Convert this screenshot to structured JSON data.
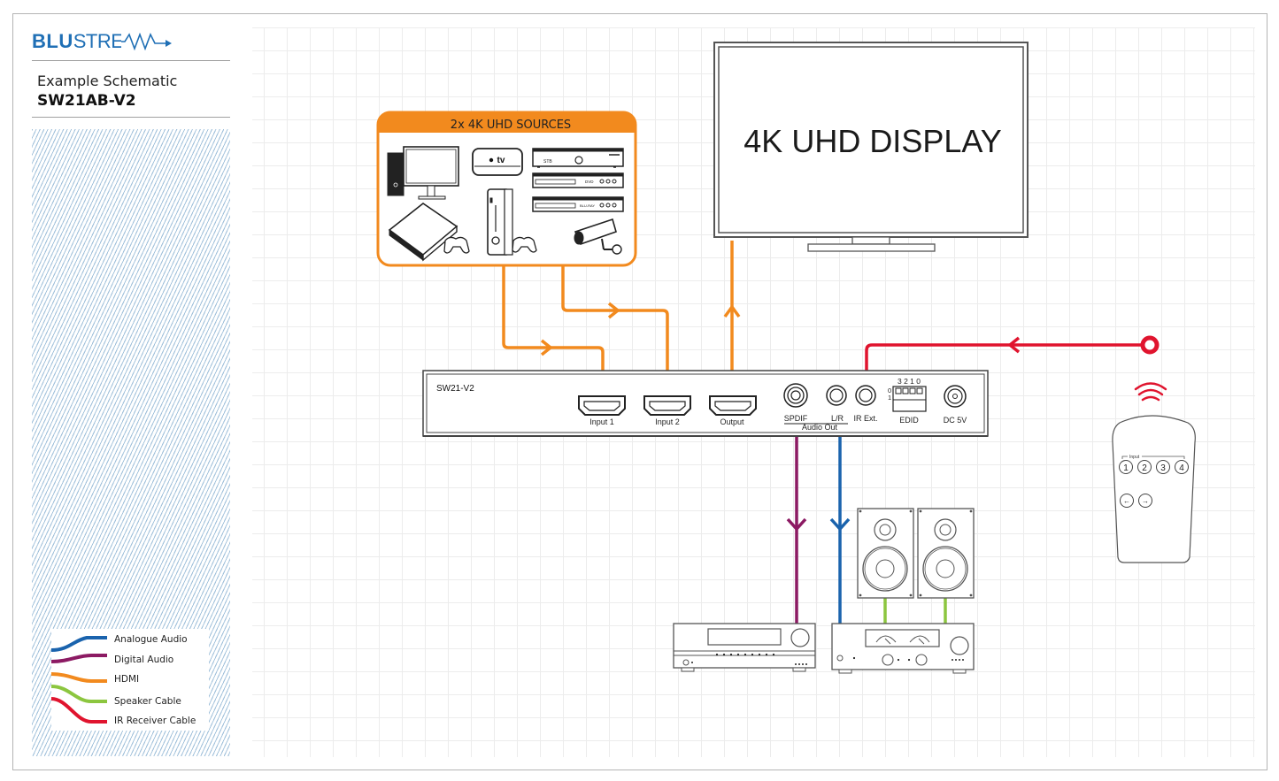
{
  "brand": {
    "logo_bold": "BLU",
    "logo_regular": "STREAM",
    "logo_color": "#1f6fb5"
  },
  "header": {
    "subtitle": "Example Schematic",
    "model": "SW21AB-V2"
  },
  "legend": {
    "items": [
      {
        "label": "Analogue Audio",
        "color": "#1a63ad"
      },
      {
        "label": "Digital Audio",
        "color": "#8c1a63"
      },
      {
        "label": "HDMI",
        "color": "#f28a1e"
      },
      {
        "label": "Speaker Cable",
        "color": "#8cc63f"
      },
      {
        "label": "IR Receiver Cable",
        "color": "#e0142e"
      }
    ]
  },
  "sources": {
    "title": "2x 4K UHD SOURCES",
    "color": "#f28a1e",
    "devices": [
      {
        "name": "PC with monitor",
        "icon": "pc-icon"
      },
      {
        "name": "Apple TV",
        "icon": "apple-tv-icon",
        "label": "tv"
      },
      {
        "name": "Set-top box",
        "icon": "stb-icon",
        "label": "STB"
      },
      {
        "name": "DVD player",
        "icon": "dvd-icon",
        "label": "DVD"
      },
      {
        "name": "Blu-ray player",
        "icon": "bluray-icon",
        "label": "BLU-RAY"
      },
      {
        "name": "Game console (PlayStation)",
        "icon": "playstation-icon"
      },
      {
        "name": "Game console (Xbox)",
        "icon": "xbox-icon"
      },
      {
        "name": "CCTV camera",
        "icon": "cctv-camera-icon"
      }
    ]
  },
  "display": {
    "label": "4K UHD DISPLAY"
  },
  "switcher": {
    "model": "SW21-V2",
    "ports": {
      "input1": "Input 1",
      "input2": "Input 2",
      "output": "Output",
      "spdif": "SPDIF",
      "lr": "L/R",
      "audio_out": "Audio Out",
      "ir_ext": "IR Ext.",
      "edid": "EDID",
      "edid_bits": "3 2 1 0",
      "edid_row0": "0",
      "edid_row1": "1",
      "dc": "DC 5V"
    }
  },
  "remote": {
    "input_label": "Input",
    "buttons": [
      "1",
      "2",
      "3",
      "4"
    ],
    "nav": [
      "←",
      "→"
    ]
  },
  "audio_devices": {
    "receiver": "AV Receiver",
    "amplifier": "Stereo Amplifier",
    "speakers": "Speaker pair"
  }
}
